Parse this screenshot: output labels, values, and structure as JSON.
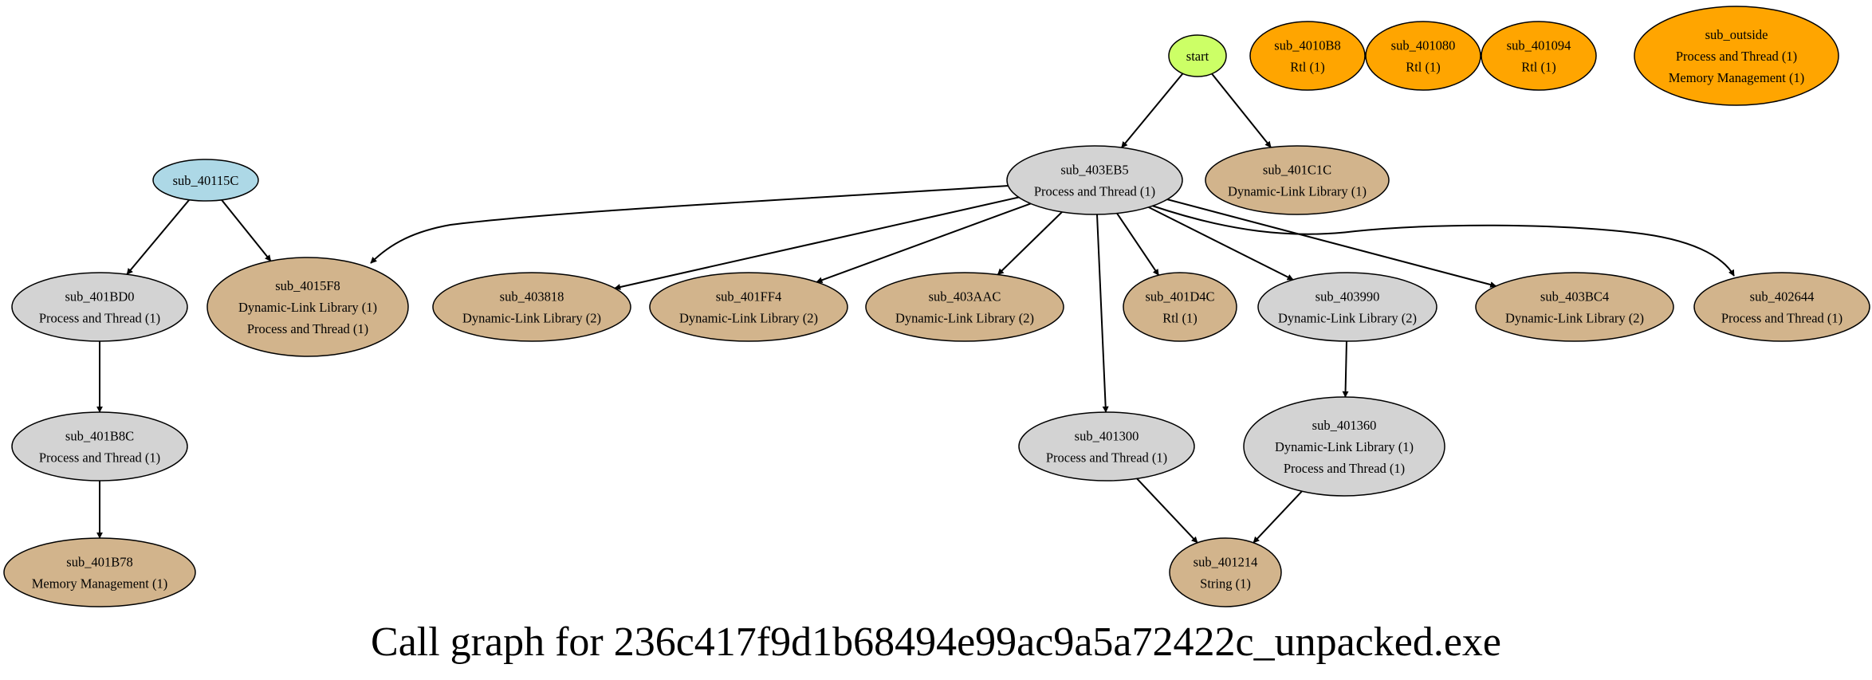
{
  "caption": "Call graph for 236c417f9d1b68494e99ac9a5a72422c_unpacked.exe",
  "colors": {
    "entry": "#ccff66",
    "exported": "#add8e6",
    "orphan": "#ffa500",
    "internal": "#d3d3d3",
    "leaf": "#d2b48c"
  },
  "nodes": [
    {
      "id": "start",
      "kind": "entry",
      "lines": [
        "start"
      ]
    },
    {
      "id": "sub_4010B8",
      "kind": "orphan",
      "lines": [
        "sub_4010B8",
        "Rtl (1)"
      ]
    },
    {
      "id": "sub_401080",
      "kind": "orphan",
      "lines": [
        "sub_401080",
        "Rtl (1)"
      ]
    },
    {
      "id": "sub_401094",
      "kind": "orphan",
      "lines": [
        "sub_401094",
        "Rtl (1)"
      ]
    },
    {
      "id": "sub_outside",
      "kind": "orphan",
      "lines": [
        "sub_outside",
        "Process and Thread (1)",
        "Memory Management (1)"
      ]
    },
    {
      "id": "sub_40115C",
      "kind": "exported",
      "lines": [
        "sub_40115C"
      ]
    },
    {
      "id": "sub_403EB5",
      "kind": "internal",
      "lines": [
        "sub_403EB5",
        "Process and Thread (1)"
      ]
    },
    {
      "id": "sub_401C1C",
      "kind": "leaf",
      "lines": [
        "sub_401C1C",
        "Dynamic-Link Library (1)"
      ]
    },
    {
      "id": "sub_401BD0",
      "kind": "internal",
      "lines": [
        "sub_401BD0",
        "Process and Thread (1)"
      ]
    },
    {
      "id": "sub_4015F8",
      "kind": "leaf",
      "lines": [
        "sub_4015F8",
        "Dynamic-Link Library (1)",
        "Process and Thread (1)"
      ]
    },
    {
      "id": "sub_403818",
      "kind": "leaf",
      "lines": [
        "sub_403818",
        "Dynamic-Link Library (2)"
      ]
    },
    {
      "id": "sub_401FF4",
      "kind": "leaf",
      "lines": [
        "sub_401FF4",
        "Dynamic-Link Library (2)"
      ]
    },
    {
      "id": "sub_403AAC",
      "kind": "leaf",
      "lines": [
        "sub_403AAC",
        "Dynamic-Link Library (2)"
      ]
    },
    {
      "id": "sub_401D4C",
      "kind": "leaf",
      "lines": [
        "sub_401D4C",
        "Rtl (1)"
      ]
    },
    {
      "id": "sub_403990",
      "kind": "internal",
      "lines": [
        "sub_403990",
        "Dynamic-Link Library (2)"
      ]
    },
    {
      "id": "sub_403BC4",
      "kind": "leaf",
      "lines": [
        "sub_403BC4",
        "Dynamic-Link Library (2)"
      ]
    },
    {
      "id": "sub_402644",
      "kind": "leaf",
      "lines": [
        "sub_402644",
        "Process and Thread (1)"
      ]
    },
    {
      "id": "sub_401B8C",
      "kind": "internal",
      "lines": [
        "sub_401B8C",
        "Process and Thread (1)"
      ]
    },
    {
      "id": "sub_401300",
      "kind": "internal",
      "lines": [
        "sub_401300",
        "Process and Thread (1)"
      ]
    },
    {
      "id": "sub_401360",
      "kind": "internal",
      "lines": [
        "sub_401360",
        "Dynamic-Link Library (1)",
        "Process and Thread (1)"
      ]
    },
    {
      "id": "sub_401B78",
      "kind": "leaf",
      "lines": [
        "sub_401B78",
        "Memory Management (1)"
      ]
    },
    {
      "id": "sub_401214",
      "kind": "leaf",
      "lines": [
        "sub_401214",
        "String (1)"
      ]
    }
  ],
  "edges": [
    {
      "from": "start",
      "to": "sub_403EB5"
    },
    {
      "from": "start",
      "to": "sub_401C1C"
    },
    {
      "from": "sub_40115C",
      "to": "sub_401BD0"
    },
    {
      "from": "sub_40115C",
      "to": "sub_4015F8"
    },
    {
      "from": "sub_403EB5",
      "to": "sub_4015F8"
    },
    {
      "from": "sub_403EB5",
      "to": "sub_403818"
    },
    {
      "from": "sub_403EB5",
      "to": "sub_401FF4"
    },
    {
      "from": "sub_403EB5",
      "to": "sub_403AAC"
    },
    {
      "from": "sub_403EB5",
      "to": "sub_401D4C"
    },
    {
      "from": "sub_403EB5",
      "to": "sub_403990"
    },
    {
      "from": "sub_403EB5",
      "to": "sub_403BC4"
    },
    {
      "from": "sub_403EB5",
      "to": "sub_402644"
    },
    {
      "from": "sub_403EB5",
      "to": "sub_401300"
    },
    {
      "from": "sub_401BD0",
      "to": "sub_401B8C"
    },
    {
      "from": "sub_401B8C",
      "to": "sub_401B78"
    },
    {
      "from": "sub_403990",
      "to": "sub_401360"
    },
    {
      "from": "sub_401300",
      "to": "sub_401214"
    },
    {
      "from": "sub_401360",
      "to": "sub_401214"
    }
  ]
}
